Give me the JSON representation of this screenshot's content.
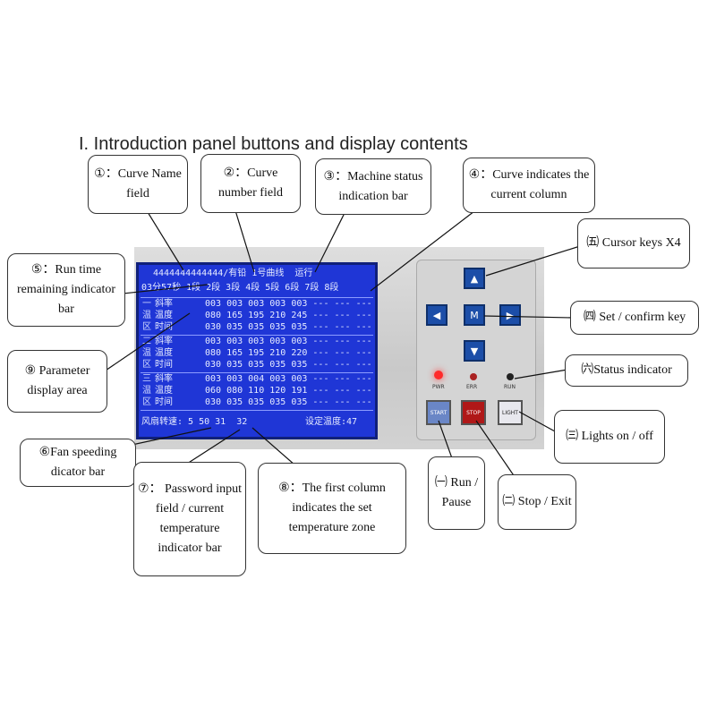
{
  "heading": "I. Introduction panel buttons and display contents",
  "callouts": {
    "c1": "①：Curve Name field",
    "c2": "②：Curve number field",
    "c3": "③：Machine status indication bar",
    "c4": "④：Curve indicates the current column",
    "c5": "⑤：Run time remaining indicator bar",
    "c9": "⑨ Parameter display area",
    "c6": "⑥Fan speeding dicator bar",
    "c7": "⑦： Password input field / current temperature indicator bar",
    "c8": "⑧：The first column indicates the set temperature zone",
    "k5": "㈤ Cursor keys X4",
    "k4": "㈣ Set / confirm key",
    "k6": "㈥Status indicator",
    "k3": "㈢ Lights on / off",
    "k1": "㈠ Run / Pause",
    "k2": "㈡ Stop / Exit"
  },
  "lcd": {
    "line0": "4444444444444/有铅 1号曲线  运行",
    "line1": "03分57秒 1段 2段 3段 4段 5段 6段 7段 8段",
    "zones": [
      {
        "zone": "一",
        "rows": [
          {
            "tag": "  ",
            "name": "斜率",
            "vals": "003 003 003 003 003 --- --- ---"
          },
          {
            "tag": "温",
            "name": "温度",
            "vals": "080 165 195 210 245 --- --- ---"
          },
          {
            "tag": "区",
            "name": "时间",
            "vals": "030 035 035 035 035 --- --- ---"
          }
        ]
      },
      {
        "zone": "二",
        "rows": [
          {
            "tag": "  ",
            "name": "斜率",
            "vals": "003 003 003 003 003 --- --- ---"
          },
          {
            "tag": "温",
            "name": "温度",
            "vals": "080 165 195 210 220 --- --- ---"
          },
          {
            "tag": "区",
            "name": "时间",
            "vals": "030 035 035 035 035 --- --- ---"
          }
        ]
      },
      {
        "zone": "三",
        "rows": [
          {
            "tag": "  ",
            "name": "斜率",
            "vals": "003 003 004 003 003 --- --- ---"
          },
          {
            "tag": "温",
            "name": "温度",
            "vals": "060 080 110 120 191 --- --- ---"
          },
          {
            "tag": "区",
            "name": "时间",
            "vals": "030 035 035 035 035 --- --- ---"
          }
        ]
      }
    ],
    "footer_left": "风扇转速: 5 50 31  32",
    "footer_right": "设定温度:47"
  },
  "keys": {
    "up": "▲",
    "down": "▼",
    "left": "◀",
    "right": "▶",
    "m": "M",
    "start": "START",
    "stop": "STOP",
    "light": "LIGHT"
  },
  "leds": {
    "pwr": "PWR",
    "err": "ERR",
    "run": "RUN"
  },
  "colors": {
    "lcd_bg": "#1f36d6",
    "key_blue": "#1c4ea8",
    "led_red": "#ff2a2a",
    "stop_red": "#b01818"
  }
}
